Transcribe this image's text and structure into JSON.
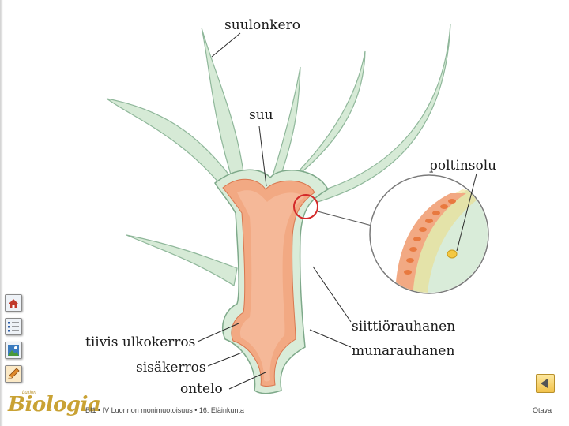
{
  "diagram": {
    "labels": {
      "suulonkero": "suulonkero",
      "suu": "suu",
      "poltinsolu": "poltinsolu",
      "siittiorauhanen": "siittiörauhanen",
      "munarauhanen": "munarauhanen",
      "tiivis_ulkokerros": "tiivis ulkokerros",
      "sisakerros": "sisäkerros",
      "ontelo": "ontelo"
    }
  },
  "footer": {
    "caption": "BI1 • IV Luonnon monimuotoisuus • 16. Eläinkunta",
    "publisher": "Otava"
  },
  "logo": {
    "small_text": "Lukion",
    "main_text": "Biologia"
  },
  "sidebar": {
    "buttons": [
      "home-icon",
      "list-icon",
      "image-icon",
      "pencil-icon"
    ]
  },
  "colors": {
    "ectoderm": "#d9ecd9",
    "endoderm": "#f2a983",
    "highlight_ring": "#d42a2a",
    "logo_gold": "#c9a234"
  }
}
